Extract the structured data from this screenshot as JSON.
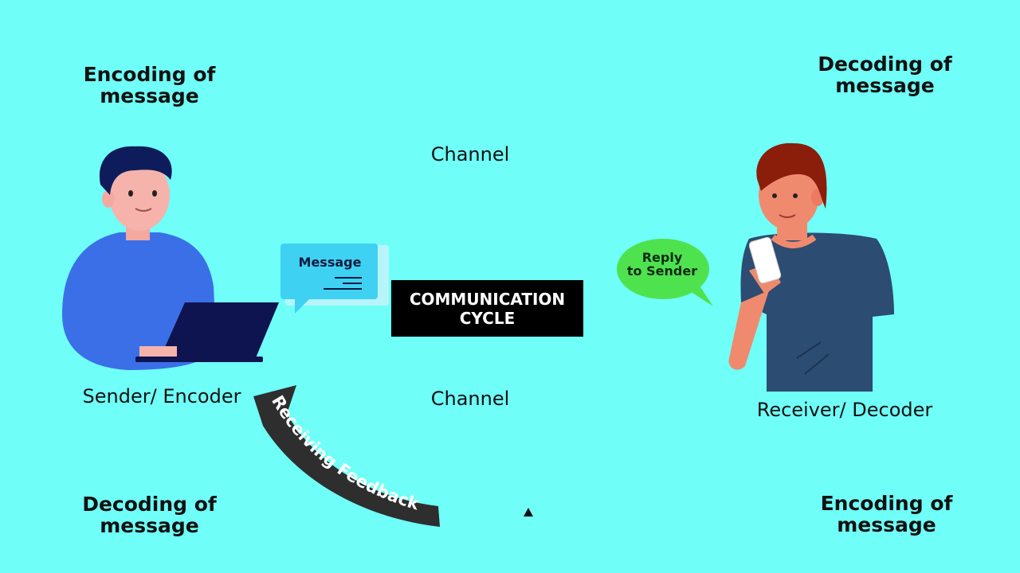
{
  "labels": {
    "encoding_top_left": [
      "Encoding of",
      "message"
    ],
    "decoding_top_right": [
      "Decoding of",
      "message"
    ],
    "decoding_bottom_left": [
      "Decoding of",
      "message"
    ],
    "encoding_bottom_right": [
      "Encoding of",
      "message"
    ],
    "channel_top": "Channel",
    "channel_bottom": "Channel",
    "sender": "Sender/ Encoder",
    "receiver": "Receiver/ Decoder"
  },
  "title": [
    "COMMUNICATION",
    "CYCLE"
  ],
  "message_bubble": "Message",
  "reply_bubble": [
    "Reply",
    "to Sender"
  ],
  "feedback_arrow": "Receiving Feedback",
  "colors": {
    "background": "#6ffff8",
    "sender_shirt": "#3b6fe8",
    "receiver_shirt": "#2c4c72",
    "message_bubble": "#3fd1f2",
    "reply_bubble": "#4fe24f",
    "title_box": "#000000",
    "feedback_arrow": "#2e2e2e"
  }
}
